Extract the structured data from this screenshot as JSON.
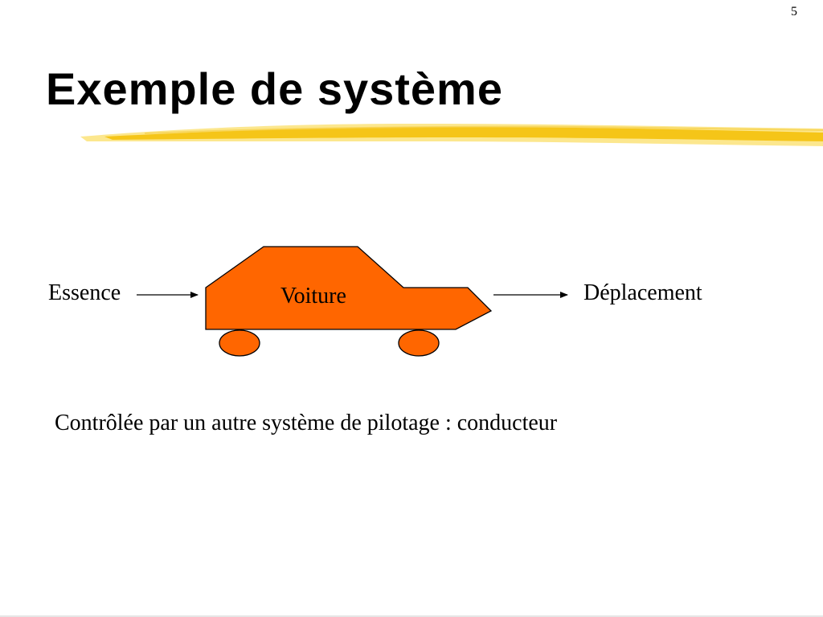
{
  "slide": {
    "page_number": "5",
    "title": "Exemple de système",
    "caption": "Contrôlée par un autre système de pilotage : conducteur"
  },
  "diagram": {
    "input_label": "Essence",
    "system_label": "Voiture",
    "output_label": "Déplacement"
  },
  "colors": {
    "car_fill": "#FF6600",
    "underline_main": "#F5C518",
    "underline_light": "#FBE37A",
    "stroke": "#000000"
  }
}
